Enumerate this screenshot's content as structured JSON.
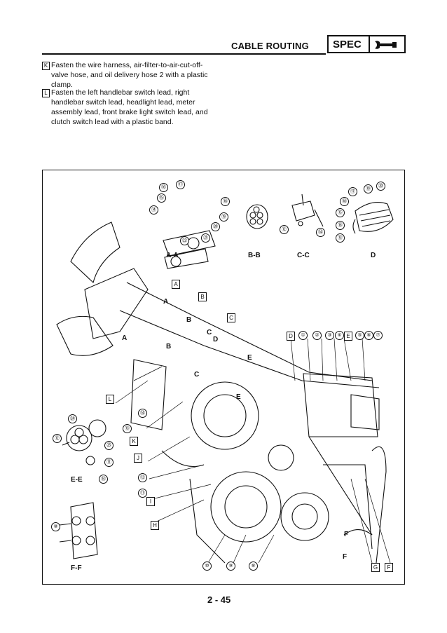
{
  "header": {
    "title": "CABLE ROUTING",
    "spec_label": "SPEC",
    "spec_icon": "wrench-icon"
  },
  "notes": [
    {
      "key": "K",
      "text": "Fasten the wire harness, air-filter-to-air-cut-off-valve hose, and oil delivery hose 2 with a plastic clamp."
    },
    {
      "key": "L",
      "text": "Fasten the left handlebar switch lead, right handlebar switch lead, headlight lead, meter assembly lead, front brake light switch lead, and clutch switch lead with a plastic band."
    }
  ],
  "diagram": {
    "section_labels": {
      "aa": "A-A",
      "bb": "B-B",
      "cc": "C-C",
      "d": "D",
      "ee": "E-E",
      "ff": "F-F"
    },
    "cut_letters": {
      "a1": "A",
      "a2": "A",
      "b1": "B",
      "b2": "B",
      "c1": "C",
      "c2": "C",
      "d1": "D",
      "e1": "E",
      "e2": "E",
      "f1": "F",
      "f2": "F"
    },
    "boxed": {
      "A": "A",
      "B": "B",
      "C": "C",
      "D": "D",
      "E": "E",
      "F": "F",
      "G": "G",
      "H": "H",
      "I": "I",
      "J": "J",
      "K": "K",
      "L": "L"
    },
    "numbers": {
      "n1": "①",
      "n2": "②",
      "n3": "③",
      "n4": "④",
      "n5": "⑤",
      "n6": "⑥",
      "n7": "⑦",
      "n8": "⑧",
      "n9": "⑨",
      "n10": "⑩",
      "n11": "⑪",
      "n12": "⑫",
      "n13": "⑬",
      "n14": "⑭",
      "n15": "⑮",
      "n16": "⑯",
      "n17": "⑰",
      "n18": "⑱",
      "n19": "⑲",
      "n20": "⑳",
      "n21": "㉑",
      "n22": "㉒",
      "n24": "㉔",
      "n25": "㉕"
    }
  },
  "page_number": "2 - 45"
}
